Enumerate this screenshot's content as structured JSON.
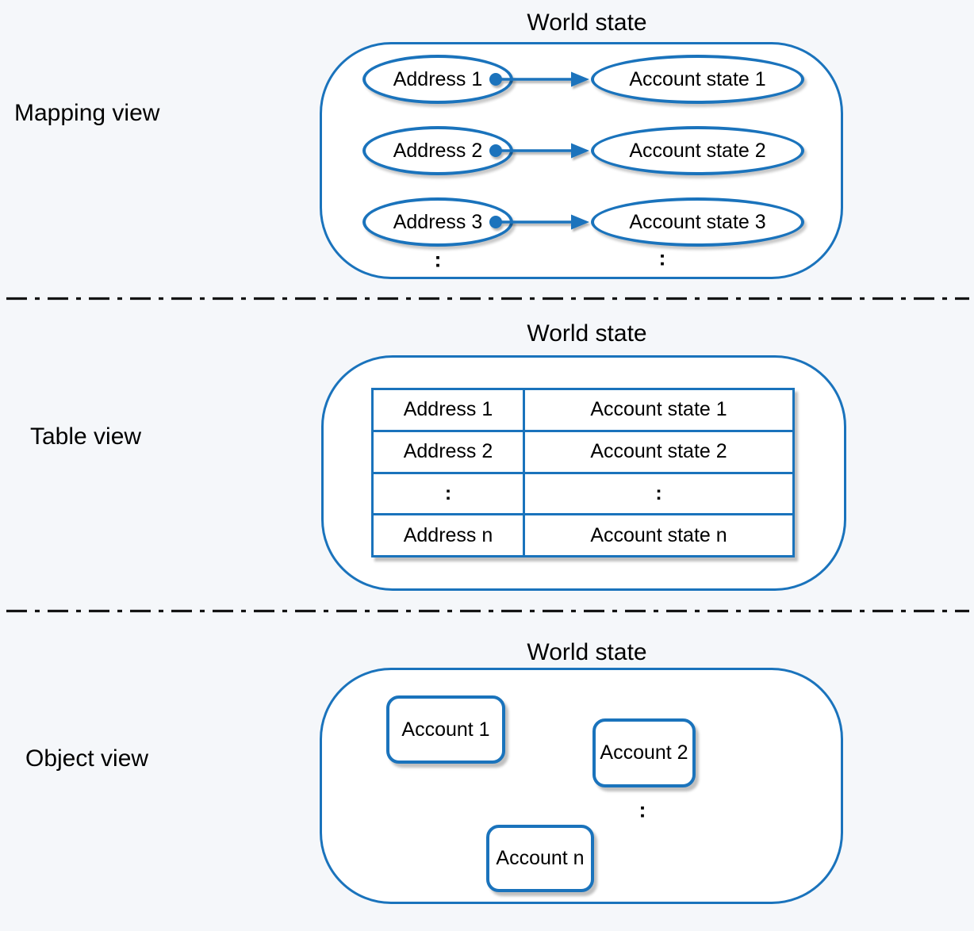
{
  "page": {
    "background_color": "#f5f7fa",
    "accent_color": "#1a73bc",
    "text_color": "#000000"
  },
  "sections": {
    "mapping": {
      "label": "Mapping view",
      "title": "World state",
      "rows": [
        {
          "address": "Address 1",
          "account": "Account state 1"
        },
        {
          "address": "Address 2",
          "account": "Account state 2"
        },
        {
          "address": "Address 3",
          "account": "Account state 3"
        }
      ],
      "address_ellipsis": ":",
      "account_ellipsis": ":"
    },
    "table": {
      "label": "Table view",
      "title": "World state",
      "rows": [
        {
          "address": "Address 1",
          "account": "Account state 1"
        },
        {
          "address": "Address 2",
          "account": "Account state 2"
        },
        {
          "address": ":",
          "account": ":"
        },
        {
          "address": "Address n",
          "account": "Account state n"
        }
      ]
    },
    "object": {
      "label": "Object view",
      "title": "World state",
      "accounts": [
        "Account 1",
        "Account 2",
        "Account n"
      ],
      "ellipsis": ":"
    }
  }
}
